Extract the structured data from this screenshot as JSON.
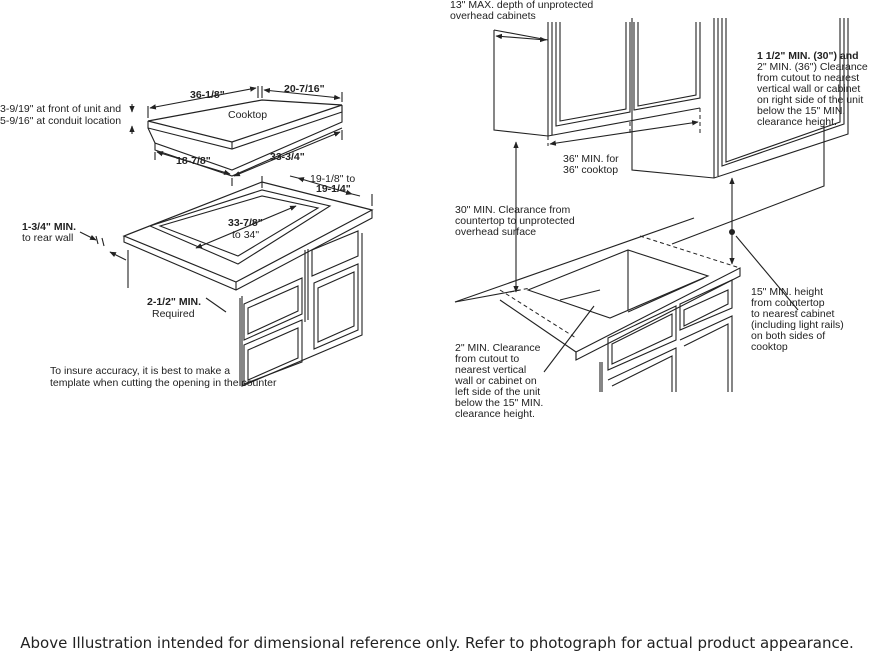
{
  "cooktop": {
    "label": "Cooktop",
    "width": "36-1/8\"",
    "depth": "20-7/16\"",
    "height_front": "3-9/19\"",
    "height_front_note": " at front of unit and",
    "height_conduit": "5-9/16\"",
    "height_conduit_note": " at conduit location",
    "bottom_depth": "18-7/8\"",
    "bottom_width": "33-3/4\""
  },
  "cutout": {
    "depth_a": "19-1/8\"",
    "depth_to": " to",
    "depth_b": "19-1/4\"",
    "width_a": "33-7/8\"",
    "width_to": "to ",
    "width_b": "34\"",
    "rear_min": "1-3/4\" MIN.",
    "rear_note": "to rear wall",
    "front_min": "2-1/2\" MIN.",
    "front_note": "Required"
  },
  "template_note": {
    "line1": "To insure accuracy, it is best to make a",
    "line2": "template when cutting the opening in the counter"
  },
  "clearances": {
    "cabinet_depth_bold": "13\" MAX.",
    "cabinet_depth_rest": " depth of unprotected",
    "cabinet_depth_line2": "overhead cabinets",
    "right_bold1": "1 1/2\" MIN. (30\") and",
    "right_bold2": "2\" MIN. (36\")",
    "right_rest2": " Clearance",
    "right_line3": "from cutout to nearest",
    "right_line4": "vertical wall or cabinet",
    "right_line5": "on right side of the unit",
    "right_line6": "below the 15\" MIN.",
    "right_line7": "clearance height.",
    "width36_bold": "36\" MIN.",
    "width36_rest": " for",
    "width36_line2": "36\" cooktop",
    "overhead_bold": "30\" MIN.",
    "overhead_rest": " Clearance from",
    "overhead_line2": "countertop to unprotected",
    "overhead_line3": "overhead surface",
    "height15_bold": "15\" MIN.",
    "height15_rest": " height",
    "height15_line2": "from countertop",
    "height15_line3": "to nearest cabinet",
    "height15_line4": "(including light rails)",
    "height15_line5": "on both sides of",
    "height15_line6": "cooktop",
    "left_bold": "2\" MIN.",
    "left_rest": " Clearance",
    "left_line2": "from cutout to",
    "left_line3": "nearest vertical",
    "left_line4": "wall or cabinet on",
    "left_line5": "left side of the unit",
    "left_line6": "below the 15\" MIN.",
    "left_line7": "clearance height."
  },
  "disclaimer": "Above Illustration intended for dimensional reference only. Refer to photograph for actual product appearance."
}
